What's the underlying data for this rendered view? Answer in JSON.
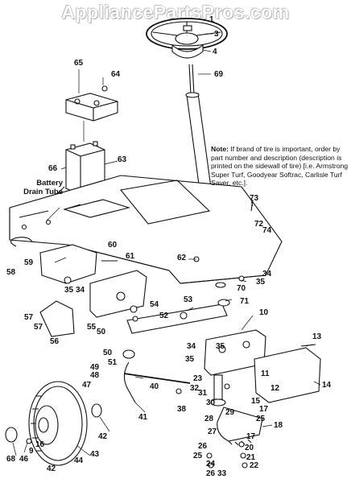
{
  "watermark": "AppliancePartsPros.com",
  "note": {
    "lead": "Note:",
    "text": " If brand of tire is important, order by part number and description (description is printed on the sidewall of tire) [i.e. Armstrong Super Turf, Goodyear Softrac, Carlisle Turf Saver, etc.]."
  },
  "tube_label": {
    "line1": "Battery",
    "line2": "Drain Tube"
  },
  "callouts": [
    "1",
    "3",
    "4",
    "69",
    "65",
    "64",
    "66",
    "63",
    "73",
    "72",
    "74",
    "60",
    "61",
    "58",
    "59",
    "62",
    "35",
    "34",
    "34",
    "35",
    "70",
    "71",
    "57",
    "57",
    "56",
    "55",
    "54",
    "52",
    "53",
    "50",
    "10",
    "50",
    "51",
    "35",
    "34",
    "35",
    "13",
    "49",
    "48",
    "47",
    "40",
    "23",
    "32",
    "31",
    "11",
    "12",
    "14",
    "41",
    "38",
    "30",
    "15",
    "17",
    "28",
    "27",
    "25",
    "18",
    "29",
    "42",
    "26",
    "25",
    "24",
    "33",
    "26",
    "20",
    "21",
    "22",
    "17",
    "16",
    "44",
    "43",
    "68",
    "46",
    "42",
    "9"
  ]
}
